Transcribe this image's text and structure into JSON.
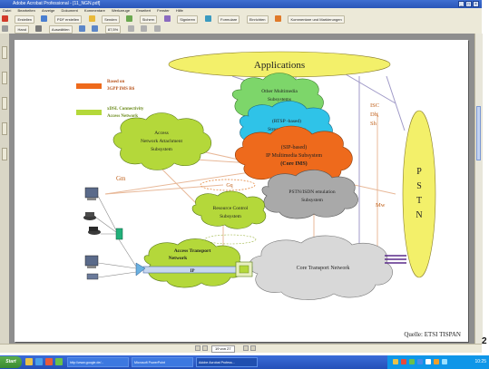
{
  "window": {
    "title": "Adobe Acrobat Professional - [11_NGN.pdf]"
  },
  "menu": [
    "Datei",
    "Bearbeiten",
    "Anzeige",
    "Dokument",
    "Kommentare",
    "Werkzeuge",
    "Erweitert",
    "Fenster",
    "Hilfe"
  ],
  "toolbar1": [
    "Erstellen",
    "PDF erstellen",
    "Senden",
    "Sichern",
    "Signieren",
    "Formulare",
    "Einrichten",
    "Kommentare und Markierungen"
  ],
  "toolbar2": {
    "zoom": "87,5%",
    "hand_label": "Hand",
    "select_label": "Auswählen"
  },
  "slide": {
    "applications": "Applications",
    "legend": {
      "orange": "Based on 3GPP IMS R6",
      "green": "xDSL Connectivity Access Network"
    },
    "nass": "Access Network Attachment Subsystem",
    "multimedia": "Other Multimedia Subsystems",
    "streaming": "(RTSP -based) Streaming services",
    "ims_line1": "(SIP-based)",
    "ims_line2": "IP Multimedia Subsystem",
    "ims_line3": "(Core IMS)",
    "pes": "PSTN/ISDN emulation Subsystem",
    "racs": "Resource Control Subsystem",
    "atn": "Access Transport Network",
    "ip": "IP",
    "core": "Core Transport Network",
    "pstn": [
      "P",
      "S",
      "T",
      "N"
    ],
    "gm": "Gm",
    "gq": "Gq",
    "mw": "Mw",
    "isc": [
      "ISC",
      "Dh,",
      "Sh"
    ],
    "source": "Quelle: ETSI TISPAN"
  },
  "statusbar": {
    "page": "19 von 27"
  },
  "taskbar": {
    "start": "Start",
    "tasks": [
      "http://www.google.de/...",
      "Microsoft PowerPoint",
      "Adobe Acrobat Profess..."
    ],
    "clock": "10:25"
  },
  "slide_number": "2",
  "colors": {
    "orange": "#ee6a1c",
    "green": "#b4d83a",
    "cyan": "#2fc3e8",
    "yellow": "#f3f06a",
    "grey": "#a9a9a9"
  }
}
